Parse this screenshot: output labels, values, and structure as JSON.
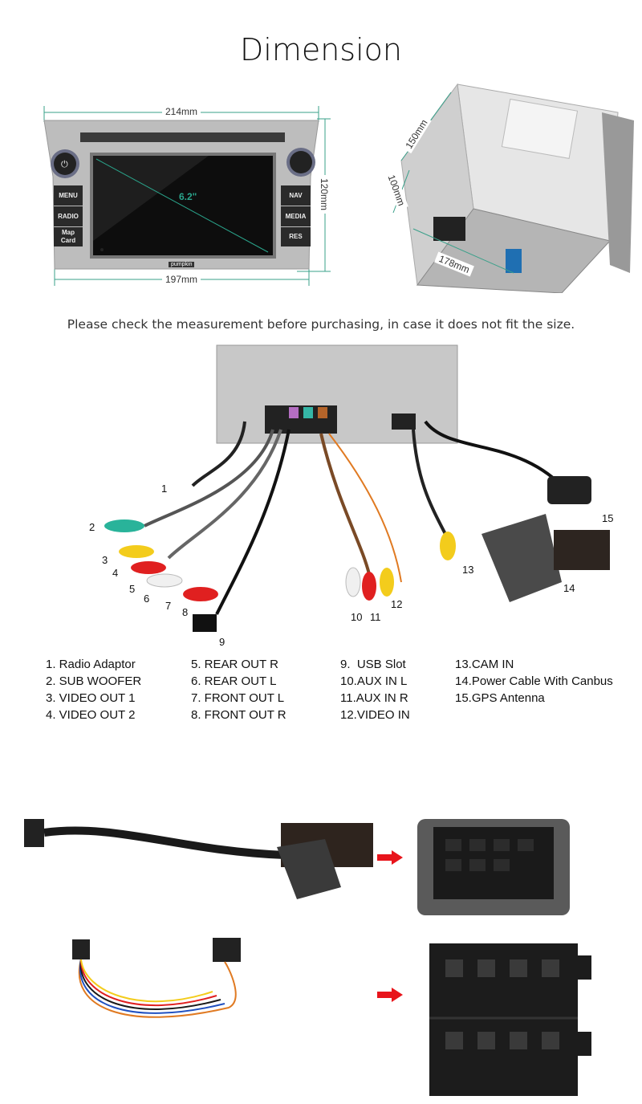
{
  "title": "Dimension",
  "front_view": {
    "width_top": "214mm",
    "width_bottom": "197mm",
    "height": "120mm",
    "screen_size": "6.2\"",
    "logo": "pumpkin",
    "buttons_left": [
      "MENU",
      "RADIO",
      "Map Card"
    ],
    "buttons_right": [
      "NAV",
      "MEDIA",
      "RES"
    ]
  },
  "back_view": {
    "height": "150mm",
    "depth": "100mm",
    "width": "178mm"
  },
  "caption": "Please check the measurement before purchasing, in case it does not fit the size.",
  "callouts": [
    "1",
    "2",
    "3",
    "4",
    "5",
    "6",
    "7",
    "8",
    "9",
    "10",
    "11",
    "12",
    "13",
    "14",
    "15"
  ],
  "legend": {
    "col1": [
      "1. Radio Adaptor",
      "2. SUB WOOFER",
      "3. VIDEO OUT 1",
      "4. VIDEO OUT 2"
    ],
    "col2": [
      "5. REAR OUT R",
      "6. REAR OUT L",
      "7. FRONT OUT L",
      "8. FRONT OUT R"
    ],
    "col3": [
      "9.  USB Slot",
      "10.AUX IN L",
      "11.AUX IN R",
      "12.VIDEO IN"
    ],
    "col4": [
      "13.CAM IN",
      "14.Power Cable With Canbus",
      "15.GPS Antenna"
    ]
  },
  "colors": {
    "accent_line": "#3aa08a",
    "arrow": "#e8141b"
  }
}
